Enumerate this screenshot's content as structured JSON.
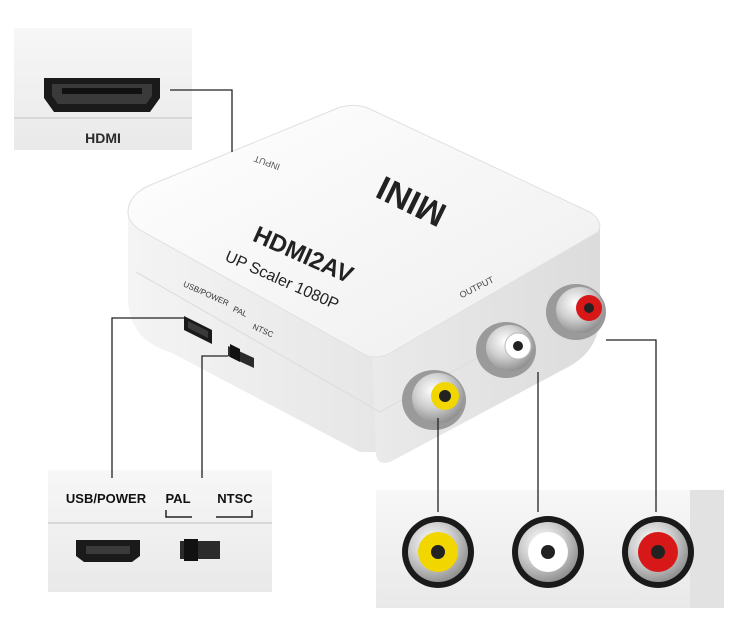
{
  "callouts": {
    "hdmi_label": "HDMI",
    "usb_power_label": "USB/POWER",
    "pal_label": "PAL",
    "ntsc_label": "NTSC"
  },
  "device": {
    "input_label": "INPUT",
    "brand": "MINI",
    "model": "HDMI2AV",
    "tagline": "UP Scaler 1080P",
    "usb_power_label": "USB/POWER",
    "pal_label": "PAL",
    "ntsc_label": "NTSC",
    "output_label": "OUTPUT"
  },
  "colors": {
    "rca_yellow": "#f2d600",
    "rca_white": "#ffffff",
    "rca_red": "#d81818",
    "device_body": "#f7f7f7"
  },
  "icons": [
    "hdmi-port-icon",
    "mini-usb-port-icon",
    "slide-switch-icon",
    "rca-jack-icon"
  ]
}
